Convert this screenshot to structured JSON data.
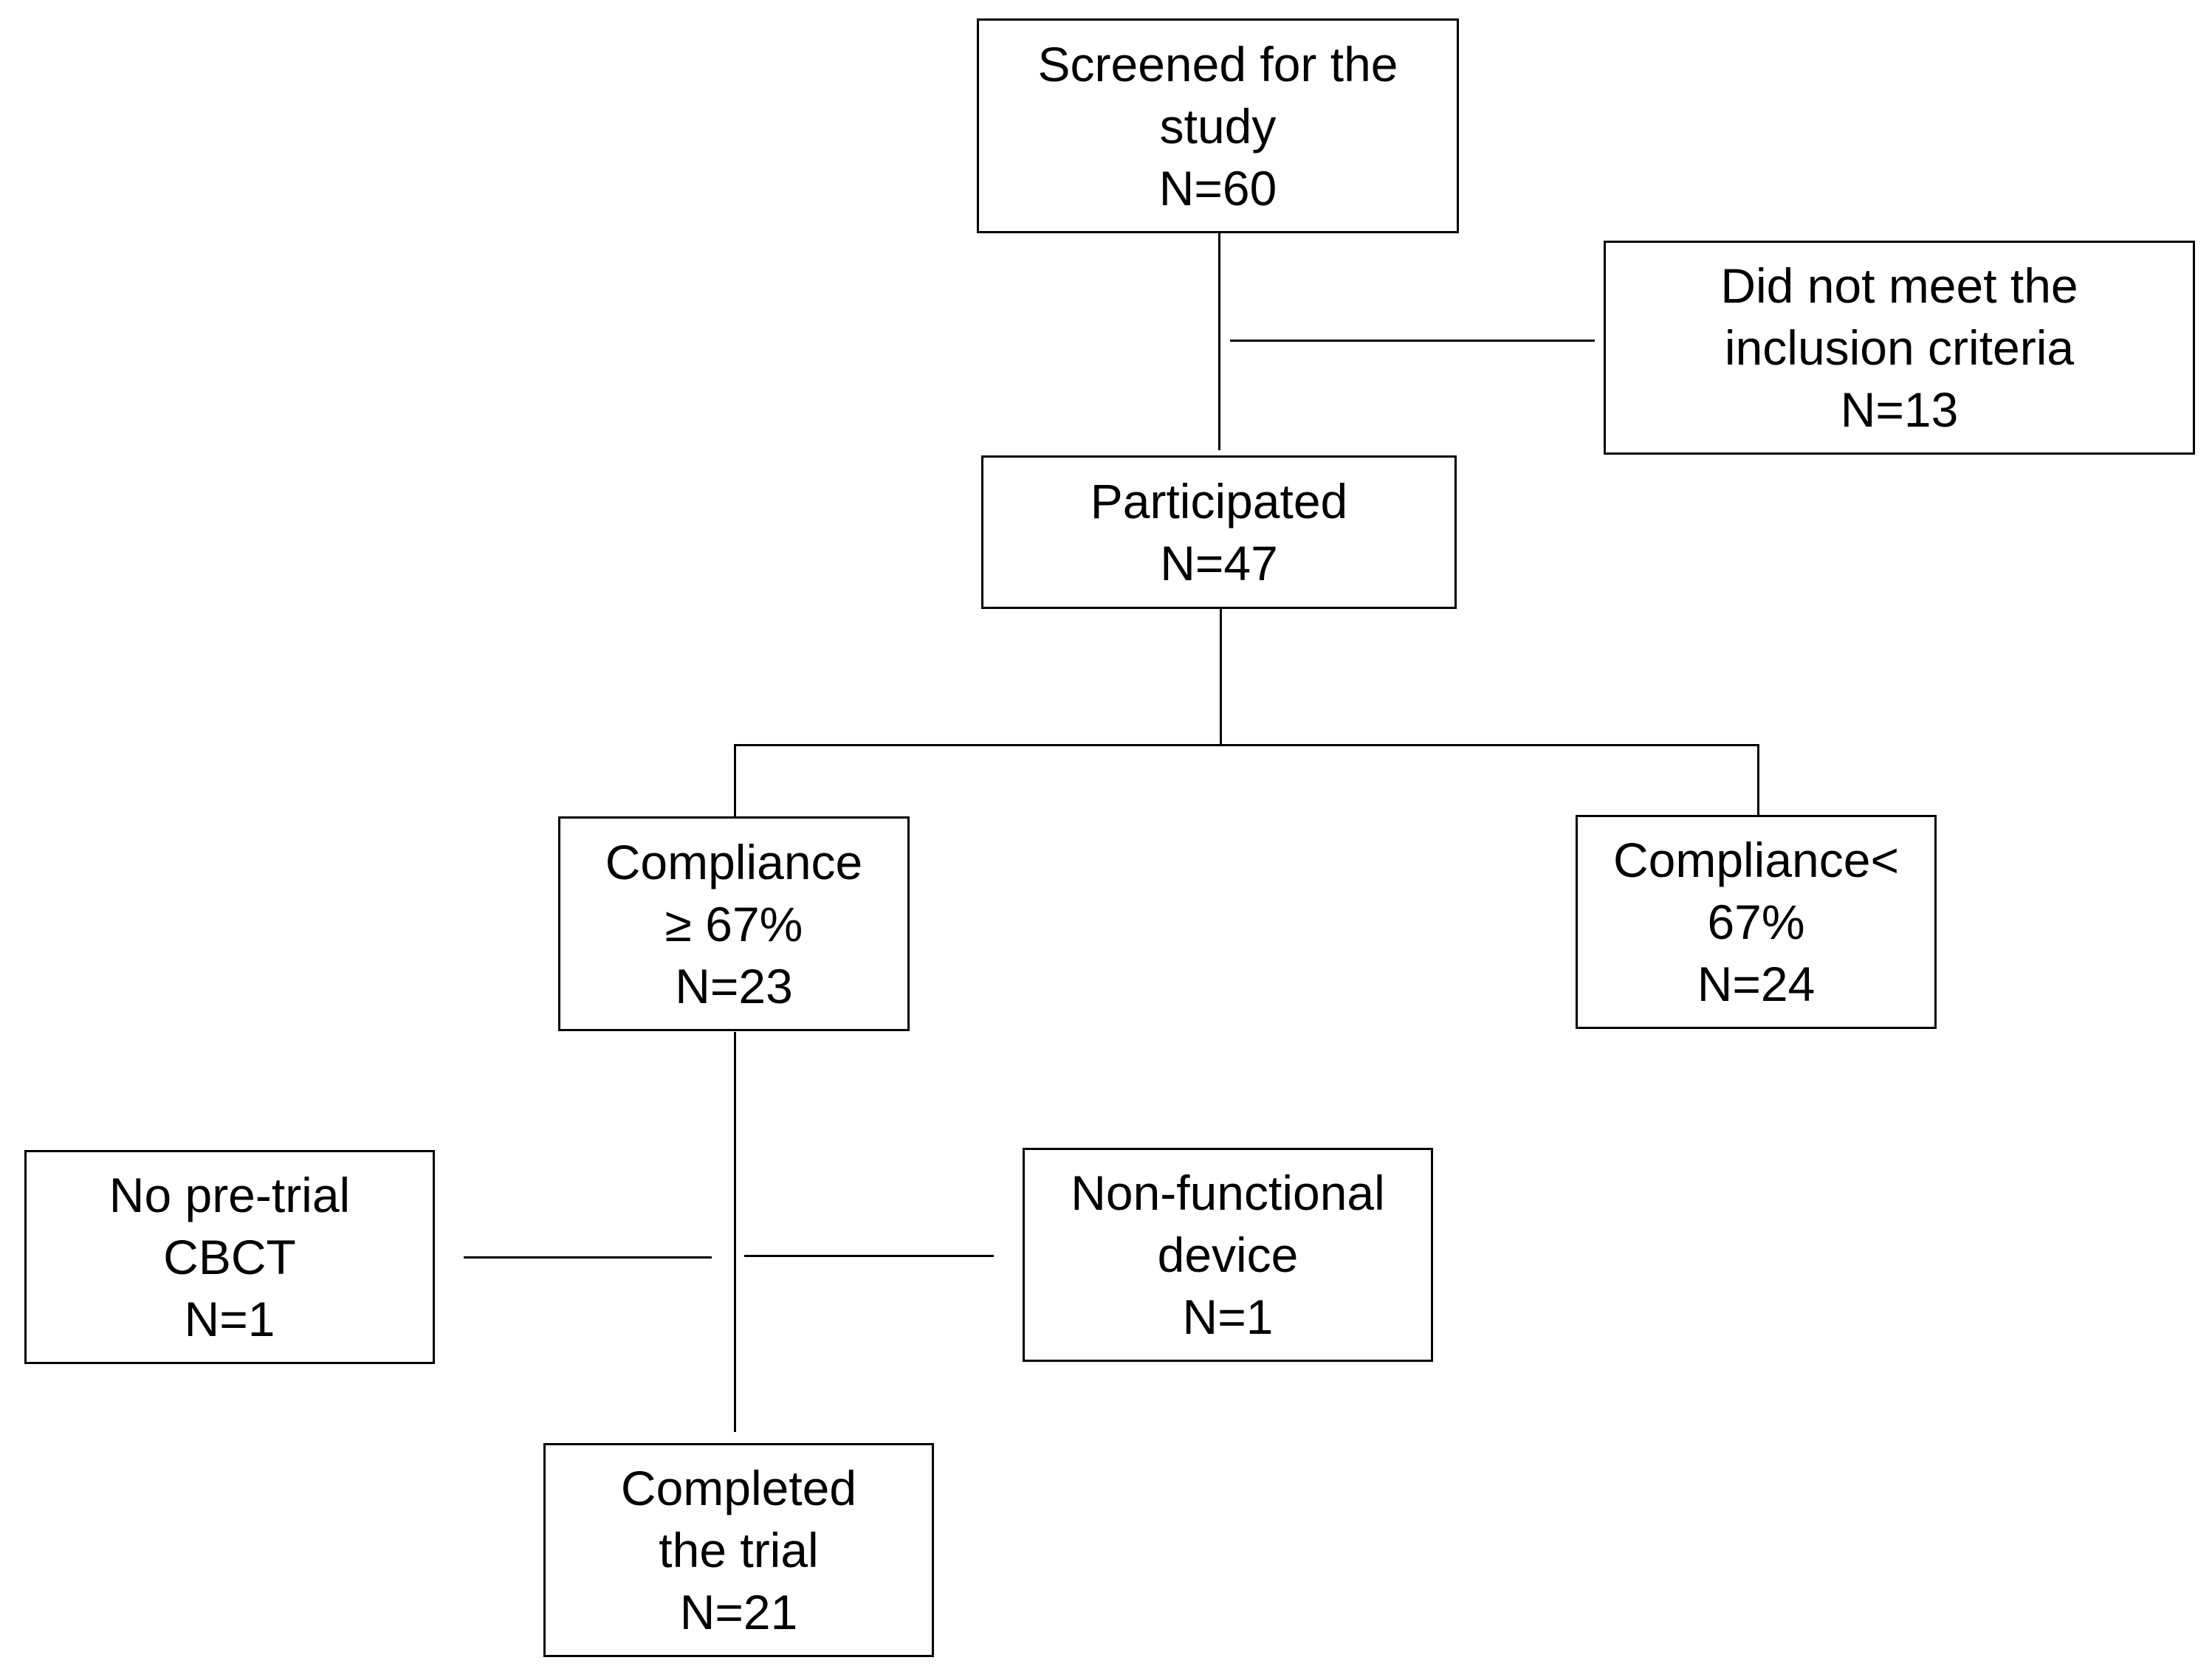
{
  "flowchart": {
    "screened": {
      "line1": "Screened for the",
      "line2": "study",
      "count": "N=60"
    },
    "excluded": {
      "line1": "Did not meet the",
      "line2": "inclusion criteria",
      "count": "N=13"
    },
    "participated": {
      "line1": "Participated",
      "count": "N=47"
    },
    "compliance_high": {
      "line1": "Compliance",
      "line2": "≥ 67%",
      "count": "N=23"
    },
    "compliance_low": {
      "line1": "Compliance<",
      "line2": "67%",
      "count": "N=24"
    },
    "no_cbct": {
      "line1": "No pre-trial",
      "line2": "CBCT",
      "count": "N=1"
    },
    "nonfunctional": {
      "line1": "Non-functional",
      "line2": "device",
      "count": "N=1"
    },
    "completed": {
      "line1": "Completed",
      "line2": "the trial",
      "count": "N=21"
    }
  },
  "colors": {
    "border": "#000000",
    "text": "#000000",
    "background": "#ffffff"
  }
}
